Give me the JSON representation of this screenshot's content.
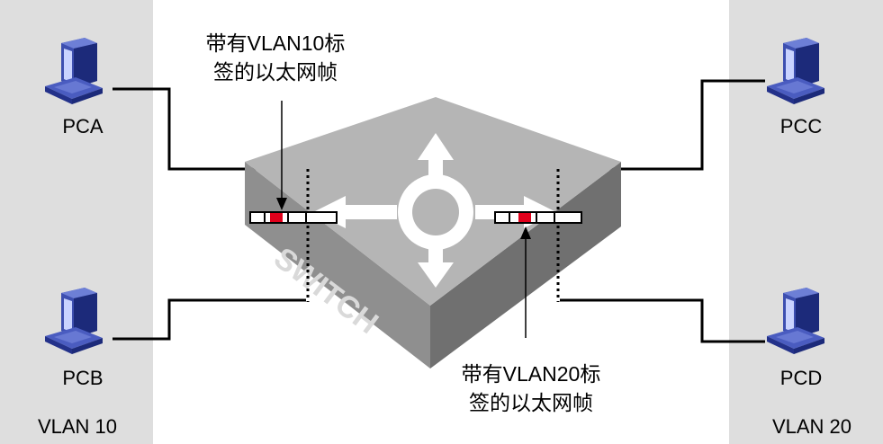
{
  "colors": {
    "vlan_panel": "#dedede",
    "line": "#000000",
    "switch_top": "#b5b5b5",
    "switch_front": "#8f8f8f",
    "switch_side": "#707070",
    "switch_text": "#d9d9d9",
    "pc_blue": "#3d4fb0",
    "pc_dark": "#1c2a7a",
    "frame_tag": "#e0001b"
  },
  "left_group": {
    "vlan_label": "VLAN 10",
    "pcs": [
      {
        "id": "pca",
        "label": "PCA"
      },
      {
        "id": "pcb",
        "label": "PCB"
      }
    ]
  },
  "right_group": {
    "vlan_label": "VLAN 20",
    "pcs": [
      {
        "id": "pcc",
        "label": "PCC"
      },
      {
        "id": "pcd",
        "label": "PCD"
      }
    ]
  },
  "switch": {
    "label": "SWITCH"
  },
  "frames": {
    "vlan10": {
      "line1": "带有VLAN10标",
      "line2": "签的以太网帧"
    },
    "vlan20": {
      "line1": "带有VLAN20标",
      "line2": "签的以太网帧"
    }
  }
}
